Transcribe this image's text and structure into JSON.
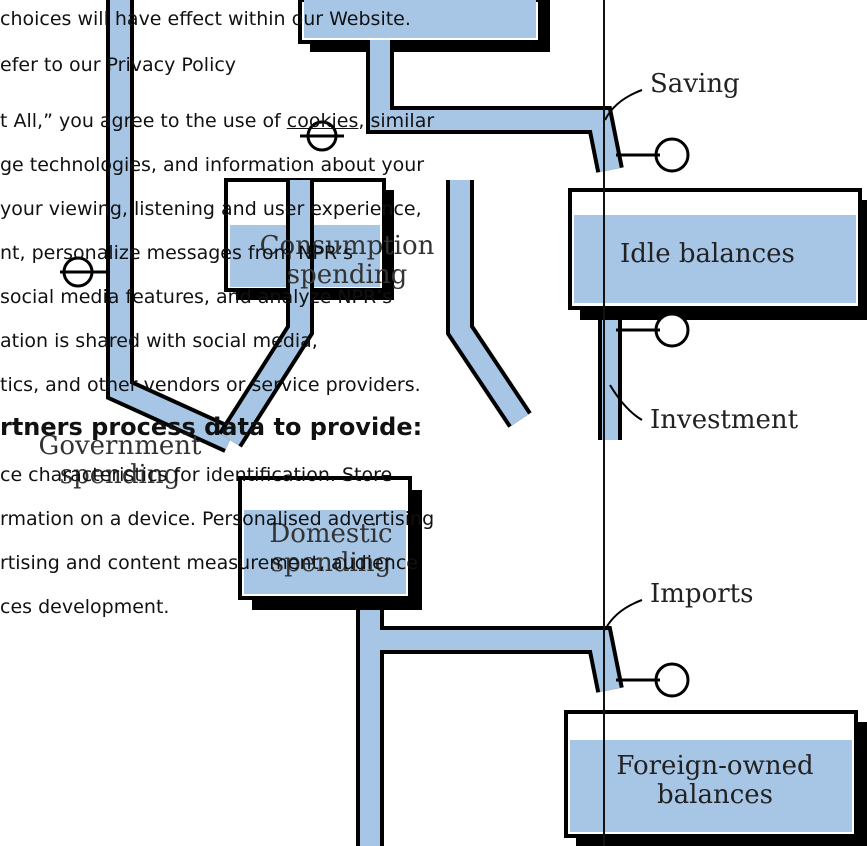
{
  "colors": {
    "water": "#a7c6e6",
    "ink": "#111111",
    "tank_shadow": "#000000"
  },
  "diagram": {
    "labels": {
      "consumption": "Consumption spending",
      "government": "Government spending",
      "domestic": "Domestic spending",
      "saving": "Saving",
      "idle": "Idle balances",
      "investment": "Investment",
      "imports": "Imports",
      "foreign": "Foreign-owned balances",
      "foreign_line1": "Foreign-owned",
      "foreign_line2": "balances",
      "consumption_line1": "Consumption",
      "consumption_line2": "spending",
      "government_line1": "Government",
      "government_line2": "spending",
      "domestic_line1": "Domestic",
      "domestic_line2": "spending"
    }
  },
  "consent": {
    "line1": "choices will have effect within our Website.",
    "line2": "efer to our Privacy Policy",
    "line3_pre": "t All,” you agree to the use of ",
    "line3_link": "cookies",
    "line3_post": ", similar",
    "line4": "ge technologies, and information about your",
    "line5": "your viewing, listening and user experience,",
    "line6": "nt, personalize messages from NPR’s",
    "line7": "social media features, and analyze NPR’s",
    "line8": "ation is shared with social media,",
    "line9": "tics, and other vendors or service providers.",
    "heading": "rtners process data to provide:",
    "line10": "ce characteristics for identification. Store",
    "line11": "rmation on a device. Personalised advertising",
    "line12": "rtising and content measurement, audience",
    "line13": "ces development."
  }
}
